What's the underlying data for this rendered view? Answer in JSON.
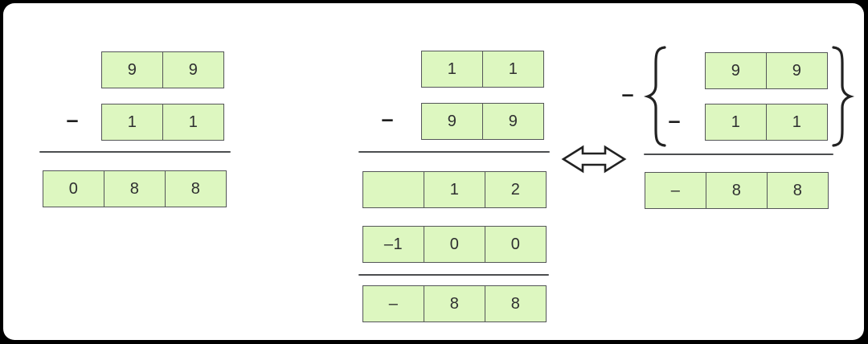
{
  "colors": {
    "cell_fill": "#ddf7c0",
    "cell_border": "#545658",
    "rule_line": "#4c4e50",
    "glyph_stroke": "#222222",
    "page_background": "#ffffff",
    "outer_background": "#000000"
  },
  "left": {
    "minuend": {
      "cells": [
        "9",
        "9"
      ]
    },
    "minus_sign": "–",
    "subtrahend": {
      "cells": [
        "1",
        "1"
      ]
    },
    "result": {
      "cells": [
        "0",
        "8",
        "8"
      ]
    }
  },
  "middle": {
    "minuend": {
      "cells": [
        "1",
        "1"
      ]
    },
    "minus_sign": "–",
    "subtrahend": {
      "cells": [
        "9",
        "9"
      ]
    },
    "partial_high": {
      "cells": [
        "",
        "1",
        "2"
      ]
    },
    "partial_borrow": {
      "cells": [
        "–1",
        "0",
        "0"
      ]
    },
    "result": {
      "cells": [
        "–",
        "8",
        "8"
      ]
    }
  },
  "right": {
    "outer_minus_sign": "–",
    "minuend": {
      "cells": [
        "9",
        "9"
      ]
    },
    "inner_minus_sign": "–",
    "subtrahend": {
      "cells": [
        "1",
        "1"
      ]
    },
    "result": {
      "cells": [
        "–",
        "8",
        "8"
      ]
    }
  },
  "icons": {
    "equivalence_arrow": "double-headed-arrow",
    "left_brace": "curly-brace-open",
    "right_brace": "curly-brace-close"
  }
}
